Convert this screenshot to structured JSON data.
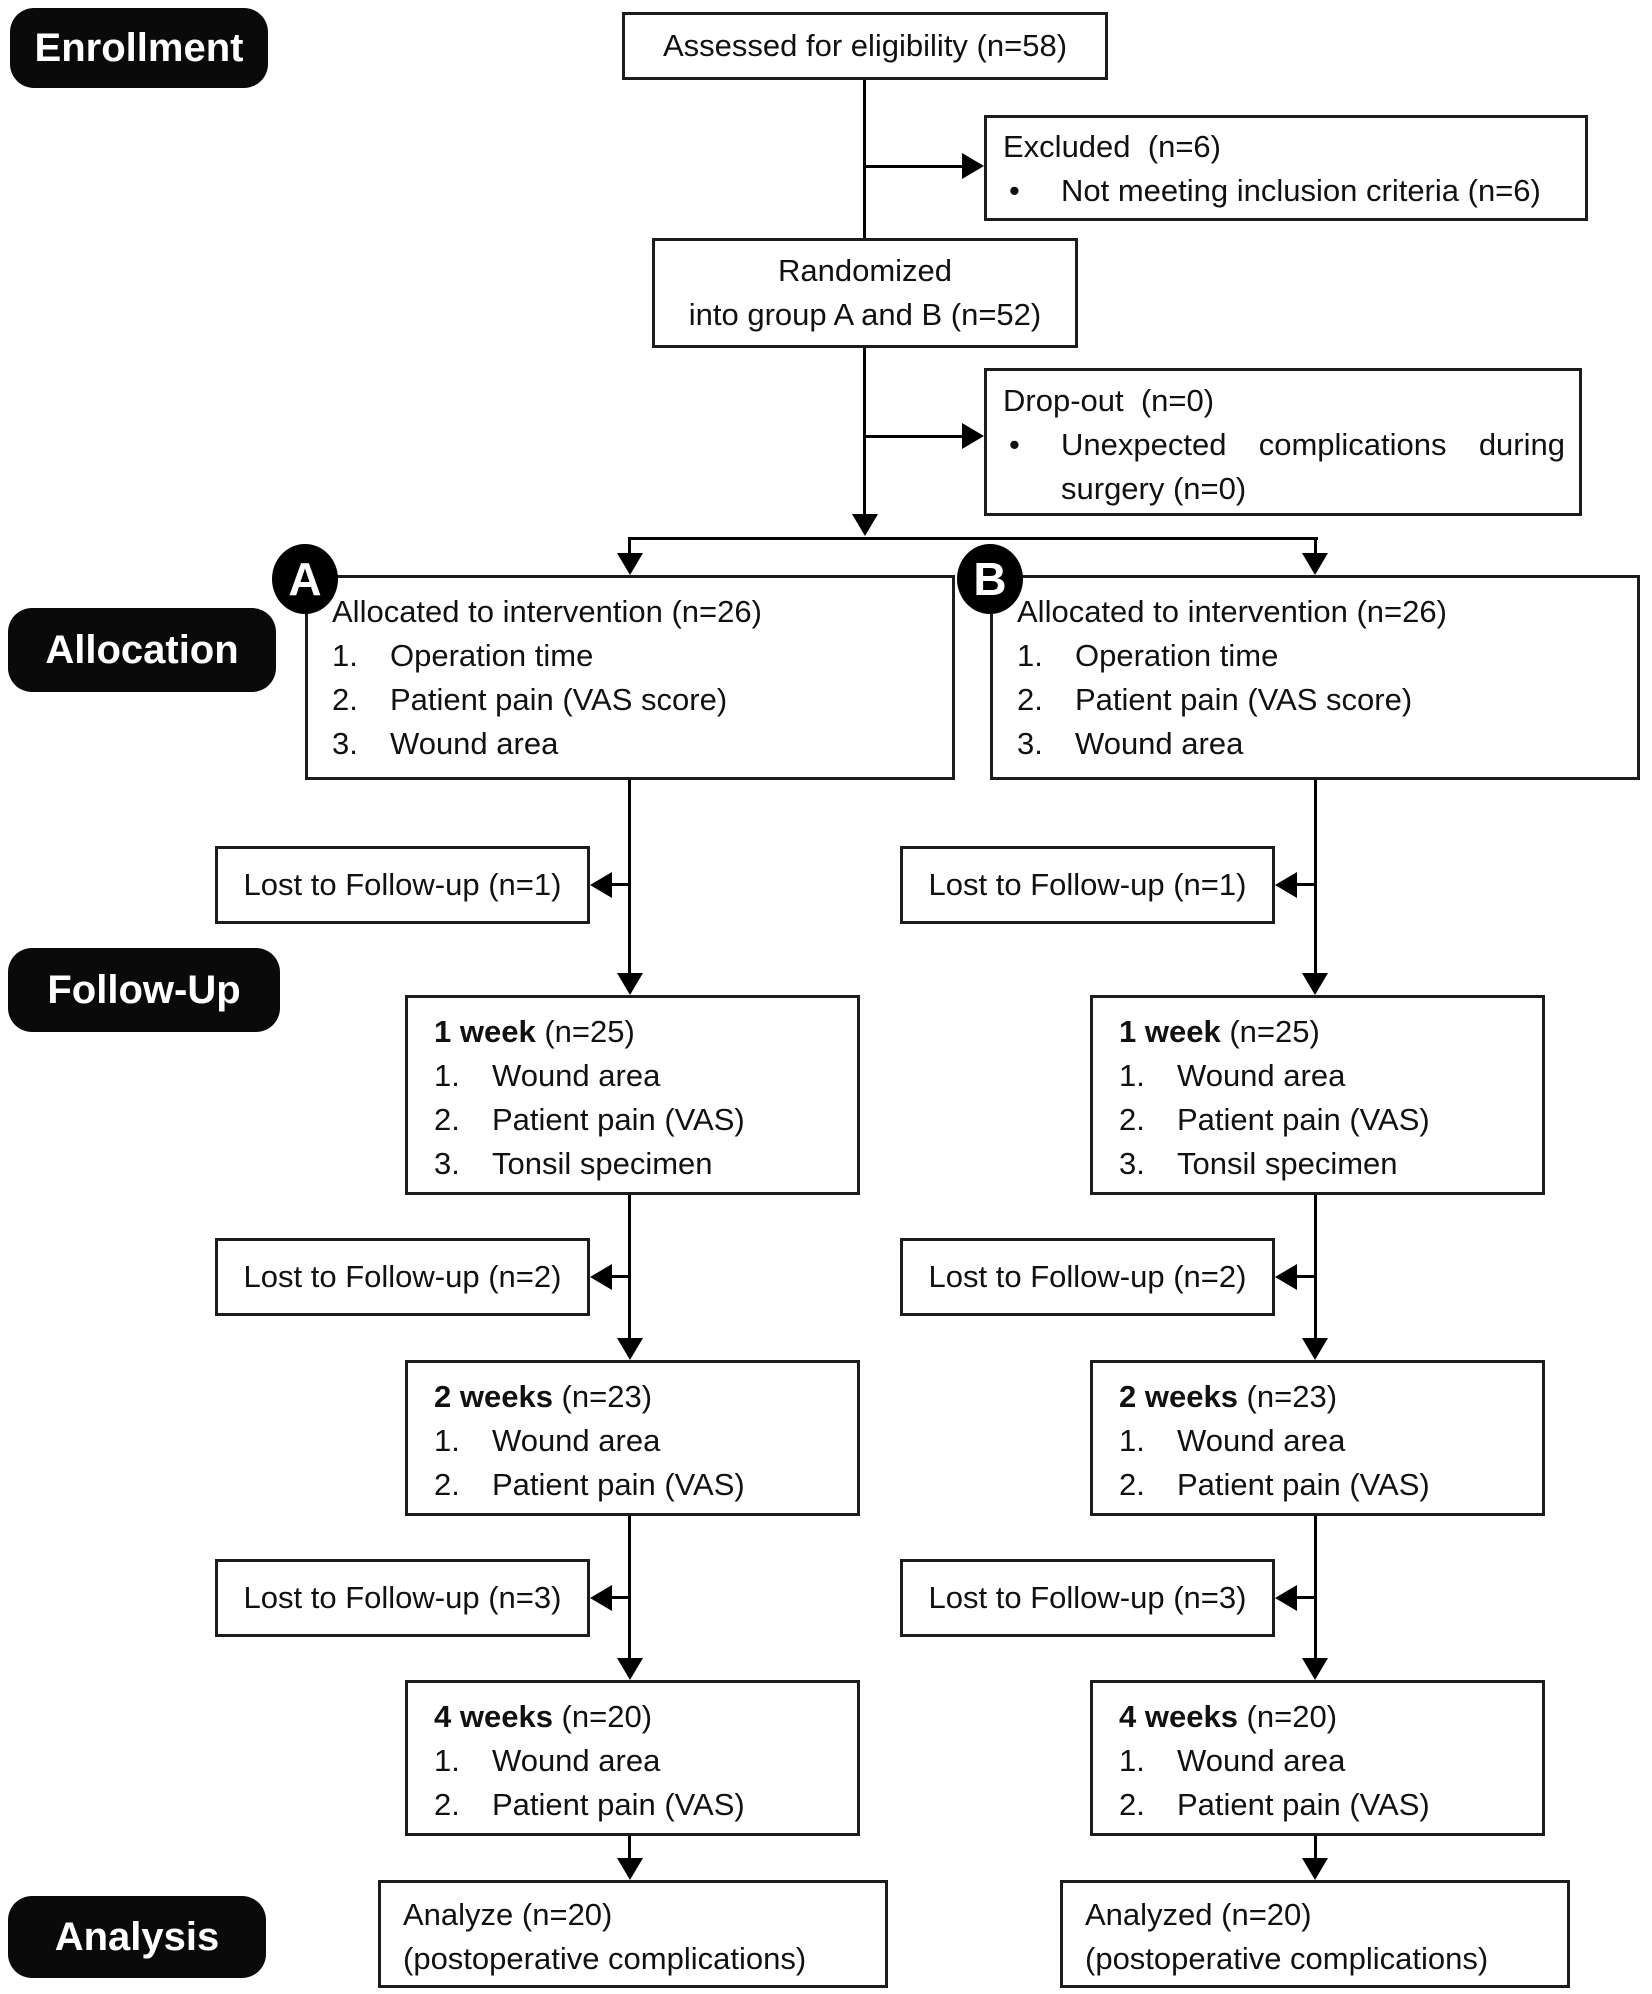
{
  "figure": {
    "background": "#ffffff",
    "line_color": "#000000",
    "label_bg": "#0a0a0a",
    "label_fg": "#ffffff",
    "box_border": "#1c1c1c",
    "text_color": "#111111"
  },
  "stage_labels": {
    "enrollment": "Enrollment",
    "allocation": "Allocation",
    "followup": "Follow-Up",
    "analysis": "Analysis"
  },
  "enrollment": {
    "assessed": "Assessed for eligibility (n=58)",
    "excluded_title": "Excluded  (n=6)",
    "bullet": "•",
    "excluded_bullet": "Not meeting inclusion criteria (n=6)",
    "randomized_line1": "Randomized",
    "randomized_line2": "into group A and B (n=52)",
    "dropout_title": "Drop-out  (n=0)",
    "dropout_bullet": "Unexpected complications during surgery (n=0)"
  },
  "branches": [
    {
      "badge": "A",
      "allocation": {
        "title": "Allocated to intervention (n=26)",
        "items": [
          {
            "num": "1.",
            "text": "Operation time"
          },
          {
            "num": "2.",
            "text": "Patient pain (VAS score)"
          },
          {
            "num": "3.",
            "text": "Wound area"
          }
        ]
      },
      "followup": [
        {
          "lost": "Lost to Follow-up (n=1)",
          "week_bold": "1 week",
          "week_rest": " (n=25)",
          "items": [
            {
              "num": "1.",
              "text": "Wound area"
            },
            {
              "num": "2.",
              "text": "Patient pain (VAS)"
            },
            {
              "num": "3.",
              "text": "Tonsil specimen"
            }
          ]
        },
        {
          "lost": "Lost to Follow-up (n=2)",
          "week_bold": "2 weeks",
          "week_rest": " (n=23)",
          "items": [
            {
              "num": "1.",
              "text": "Wound area"
            },
            {
              "num": "2.",
              "text": "Patient pain (VAS)"
            }
          ]
        },
        {
          "lost": "Lost to Follow-up (n=3)",
          "week_bold": "4 weeks",
          "week_rest": " (n=20)",
          "items": [
            {
              "num": "1.",
              "text": "Wound area"
            },
            {
              "num": "2.",
              "text": "Patient pain (VAS)"
            }
          ]
        }
      ],
      "analysis": {
        "line1": "Analyze (n=20)",
        "line2": "(postoperative complications)"
      }
    },
    {
      "badge": "B",
      "allocation": {
        "title": "Allocated to intervention (n=26)",
        "items": [
          {
            "num": "1.",
            "text": "Operation time"
          },
          {
            "num": "2.",
            "text": "Patient pain (VAS score)"
          },
          {
            "num": "3.",
            "text": "Wound area"
          }
        ]
      },
      "followup": [
        {
          "lost": "Lost to Follow-up (n=1)",
          "week_bold": "1 week",
          "week_rest": " (n=25)",
          "items": [
            {
              "num": "1.",
              "text": "Wound area"
            },
            {
              "num": "2.",
              "text": "Patient pain (VAS)"
            },
            {
              "num": "3.",
              "text": "Tonsil specimen"
            }
          ]
        },
        {
          "lost": "Lost to Follow-up (n=2)",
          "week_bold": "2 weeks",
          "week_rest": " (n=23)",
          "items": [
            {
              "num": "1.",
              "text": "Wound area"
            },
            {
              "num": "2.",
              "text": "Patient pain (VAS)"
            }
          ]
        },
        {
          "lost": "Lost to Follow-up (n=3)",
          "week_bold": "4 weeks",
          "week_rest": " (n=20)",
          "items": [
            {
              "num": "1.",
              "text": "Wound area"
            },
            {
              "num": "2.",
              "text": "Patient pain (VAS)"
            }
          ]
        }
      ],
      "analysis": {
        "line1": "Analyzed (n=20)",
        "line2": "(postoperative complications)"
      }
    }
  ]
}
